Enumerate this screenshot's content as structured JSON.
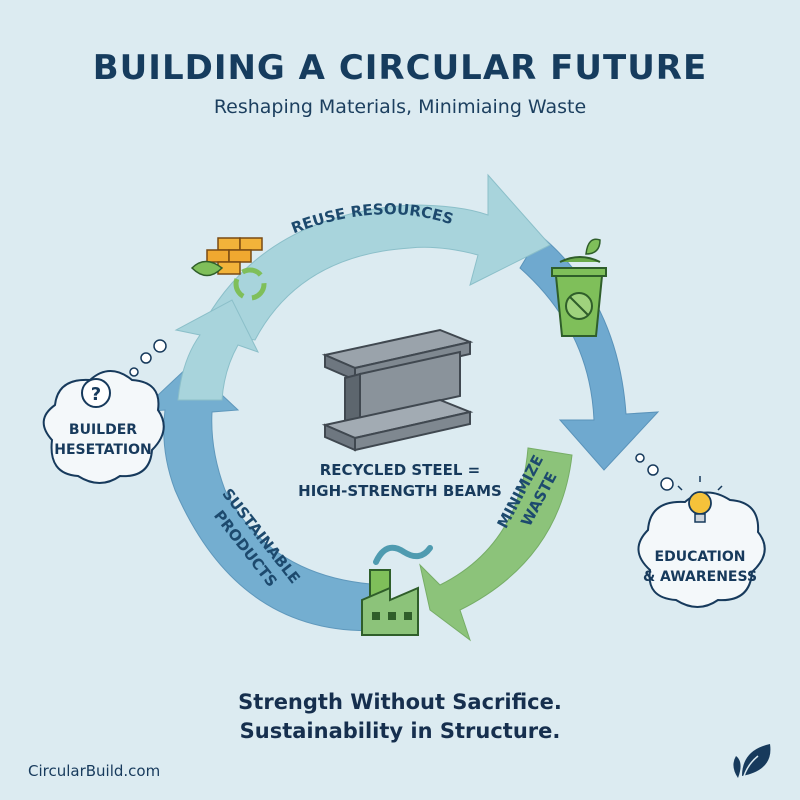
{
  "header": {
    "title": "BUILDING A CIRCULAR FUTURE",
    "subtitle": "Reshaping Materials, Minimiaing Waste"
  },
  "cycle": {
    "segments": [
      {
        "label": "REUSE RESOURCES",
        "color": "#a8d4dc"
      },
      {
        "label": "MINIMIZE",
        "label2": "WASTE",
        "color": "#8cc37a"
      },
      {
        "label": "SUSTAINABLE",
        "label2": "PRODUCTS",
        "color": "#74aed0"
      }
    ],
    "right_arrow_color": "#6fa9cf",
    "center_line1": "RECYCLED STEEL =",
    "center_line2": "HIGH-STRENGTH BEAMS"
  },
  "bubbles": {
    "left": {
      "line1": "BUILDER",
      "line2": "HESETATION",
      "icon": "question-mark-icon"
    },
    "right": {
      "line1": "EDUCATION",
      "line2": "& AWARENESS",
      "icon": "lightbulb-icon"
    }
  },
  "icons": {
    "top_left": "bricks-recycle-icon",
    "top_right": "recycle-bin-icon",
    "bottom": "factory-icon",
    "center": "steel-i-beam-icon",
    "corner": "leaf-logo-icon"
  },
  "footer": {
    "tagline_line1": "Strength Without Sacrifice.",
    "tagline_line2": "Sustainability in Structure.",
    "brand": "CircularBuild.com"
  }
}
